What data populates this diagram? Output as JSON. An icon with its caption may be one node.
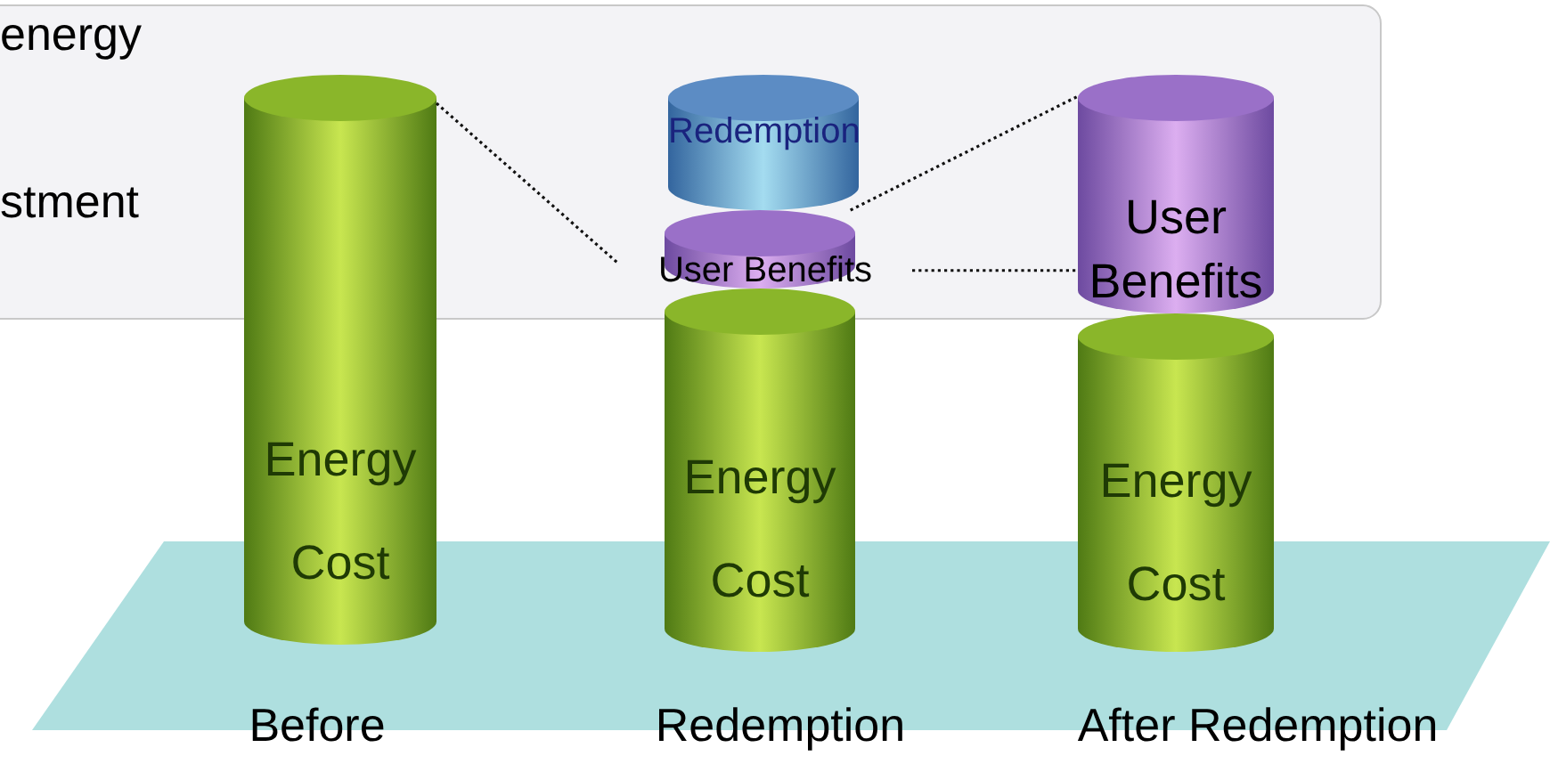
{
  "diagram": {
    "nodes": [
      {
        "text": [
          "Energy Cost"
        ]
      },
      {
        "text": [
          "Redemption"
        ]
      },
      {
        "text": [
          "User Benefits"
        ]
      },
      {
        "text": [
          "Energy Cost"
        ]
      },
      {
        "text": [
          "User Benefits"
        ]
      },
      {
        "text": [
          "Energy Cost"
        ]
      }
    ],
    "edges": [
      {
        "from": 0,
        "to": 2,
        "arrow": "none",
        "style": "dashed"
      },
      {
        "from": 2,
        "to": 4,
        "arrow": "none",
        "style": "dashed"
      },
      {
        "from": 2,
        "to": 4,
        "arrow": "none",
        "style": "dashed"
      }
    ],
    "labels": [
      "energy",
      "stment",
      "Before",
      "Redemption",
      "After Redemption"
    ]
  }
}
